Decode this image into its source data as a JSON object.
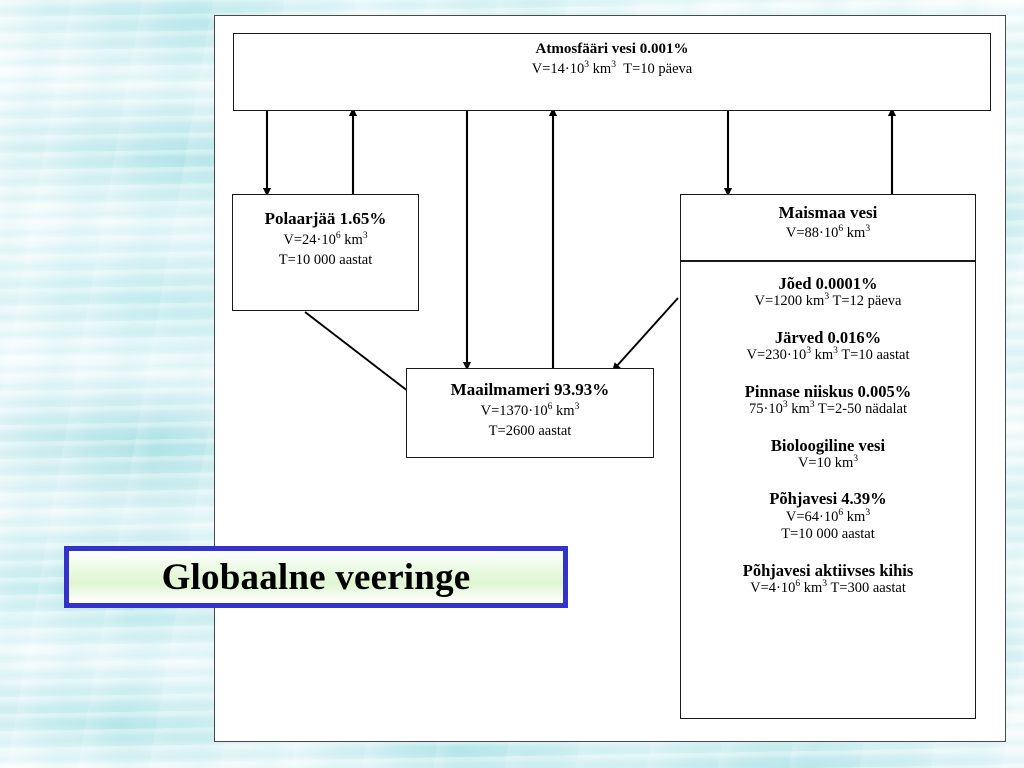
{
  "slide": {
    "title_banner": {
      "text": "Globaalne veeringe",
      "border_color": "#3333cc",
      "fill_color": "#dff5d2"
    },
    "background_color": "#b7e8ea"
  },
  "diagram": {
    "type": "water-cycle-flow-diagram",
    "boxes": {
      "atmosphere": {
        "heading": "Atmosfääri vesi 0.001%",
        "volume_prefix": "V=14·10",
        "volume_exp": "3",
        "unit": "km",
        "unit_exp": "3",
        "time": "T=10 päeva"
      },
      "polar_ice": {
        "heading": "Polaarjää 1.65%",
        "volume_prefix": "V=24·10",
        "volume_exp": "6",
        "unit": "km",
        "unit_exp": "3",
        "time": "T=10 000 aastat"
      },
      "world_ocean": {
        "heading": "Maailmameri 93.93%",
        "volume_prefix": "V=1370·10",
        "volume_exp": "6",
        "unit": "km",
        "unit_exp": "3",
        "time": "T=2600 aastat"
      },
      "land_water_header": {
        "heading": "Maismaa vesi",
        "volume_prefix": "V=88·10",
        "volume_exp": "6",
        "unit": "km",
        "unit_exp": "3"
      }
    },
    "land_water_items": [
      {
        "heading": "Jõed 0.0001%",
        "line_a": "V=1200 km",
        "line_a_exp": "3",
        "line_b": " T=12 päeva"
      },
      {
        "heading": "Järved 0.016%",
        "line_a": "V=230·10",
        "line_a_exp": "3",
        "line_mid": " km",
        "line_mid_exp": "3",
        "line_b": " T=10 aastat"
      },
      {
        "heading": "Pinnase niiskus 0.005%",
        "line_a": "75·10",
        "line_a_exp": "3",
        "line_mid": " km",
        "line_mid_exp": "3",
        "line_b": " T=2-50 nädalat"
      },
      {
        "heading": "Bioloogiline vesi",
        "line_a": "V=10 km",
        "line_a_exp": "3",
        "line_b": ""
      },
      {
        "heading": "Põhjavesi 4.39%",
        "line_a": "V=64·10",
        "line_a_exp": "6",
        "line_mid": " km",
        "line_mid_exp": "3",
        "line_b": "",
        "line_c": "T=10 000 aastat"
      },
      {
        "heading": "Põhjavesi aktiivses kihis",
        "line_a": "V=4·10",
        "line_a_exp": "6",
        "line_mid": " km",
        "line_mid_exp": "3",
        "line_b": " T=300 aastat"
      }
    ],
    "arrows": [
      {
        "name": "atmosphere-to-polar-ice",
        "direction": "down"
      },
      {
        "name": "polar-ice-to-atmosphere",
        "direction": "up"
      },
      {
        "name": "atmosphere-to-ocean",
        "direction": "down"
      },
      {
        "name": "ocean-to-atmosphere",
        "direction": "up"
      },
      {
        "name": "atmosphere-to-land-water",
        "direction": "down"
      },
      {
        "name": "land-water-to-atmosphere",
        "direction": "up"
      },
      {
        "name": "polar-ice-to-ocean",
        "direction": "diagonal-down-right"
      },
      {
        "name": "land-water-to-ocean",
        "direction": "diagonal-down-left"
      }
    ]
  }
}
